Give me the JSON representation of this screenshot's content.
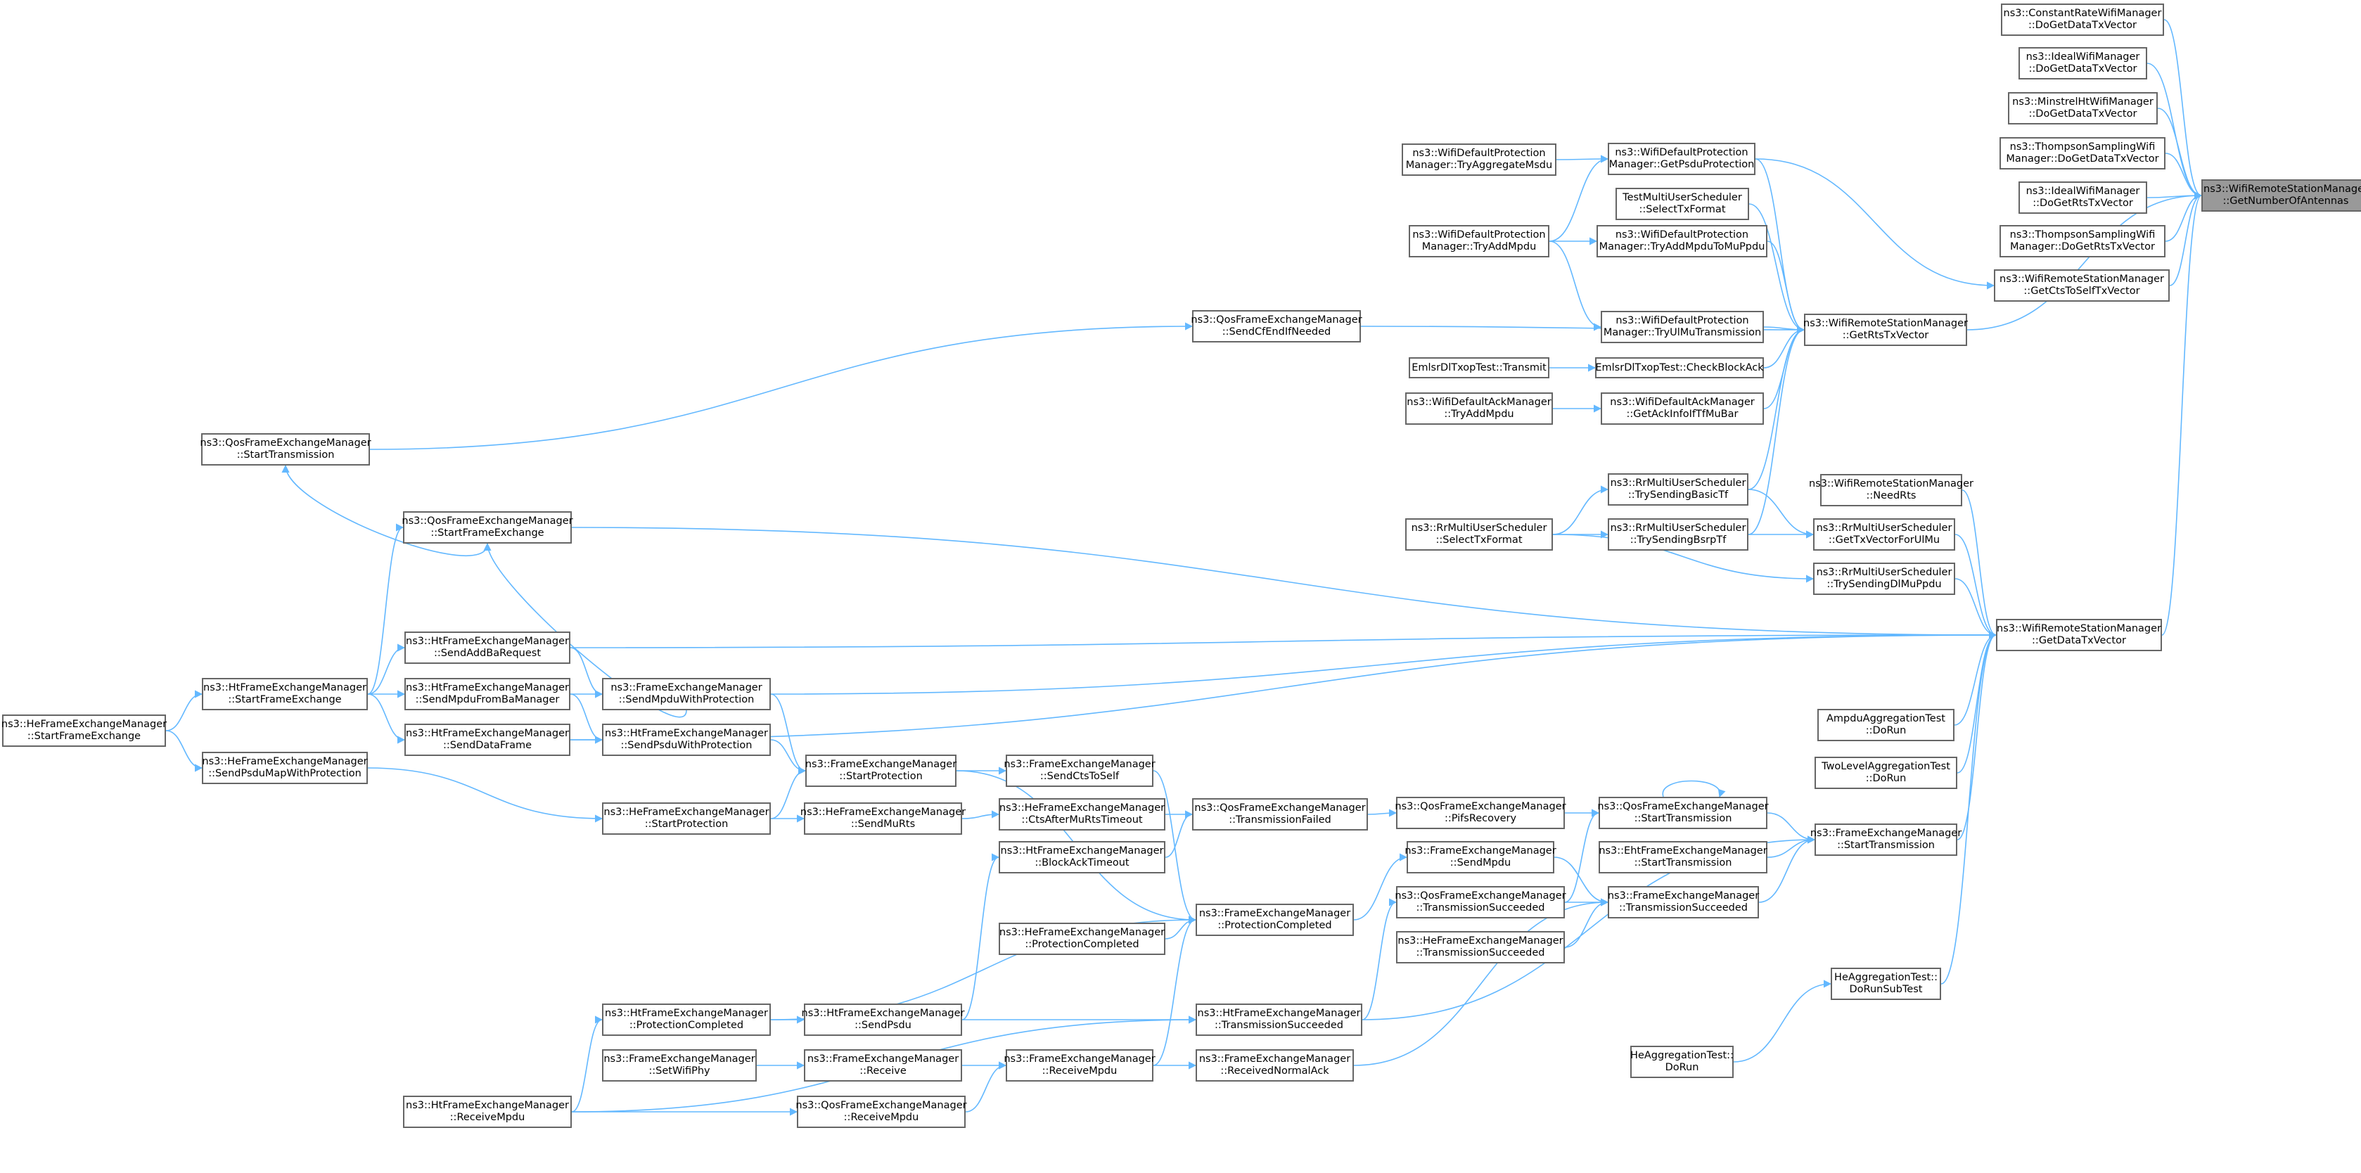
{
  "diagram": {
    "root": "root",
    "colors": {
      "edge": "#63b8ff",
      "node_border": "#666666",
      "root_fill": "#999999",
      "node_fill": "#ffffff"
    },
    "nodes": [
      {
        "id": "root",
        "lines": [
          "ns3::WifiRemoteStationManager",
          "::GetNumberOfAntennas"
        ]
      },
      {
        "id": "crw_dogetdata",
        "lines": [
          "ns3::ConstantRateWifiManager",
          "::DoGetDataTxVector"
        ]
      },
      {
        "id": "ideal_dogetdata",
        "lines": [
          "ns3::IdealWifiManager",
          "::DoGetDataTxVector"
        ]
      },
      {
        "id": "minstrel_dogetdata",
        "lines": [
          "ns3::MinstrelHtWifiManager",
          "::DoGetDataTxVector"
        ]
      },
      {
        "id": "thompson_dogetdata",
        "lines": [
          "ns3::ThompsonSamplingWifi",
          "Manager::DoGetDataTxVector"
        ]
      },
      {
        "id": "ideal_dogetrts",
        "lines": [
          "ns3::IdealWifiManager",
          "::DoGetRtsTxVector"
        ]
      },
      {
        "id": "thompson_dogetrts",
        "lines": [
          "ns3::ThompsonSamplingWifi",
          "Manager::DoGetRtsTxVector"
        ]
      },
      {
        "id": "wrsm_getctstoself",
        "lines": [
          "ns3::WifiRemoteStationManager",
          "::GetCtsToSelfTxVector"
        ]
      },
      {
        "id": "wrsm_getrts",
        "lines": [
          "ns3::WifiRemoteStationManager",
          "::GetRtsTxVector"
        ]
      },
      {
        "id": "wrsm_needrts",
        "lines": [
          "ns3::WifiRemoteStationManager",
          "::NeedRts"
        ]
      },
      {
        "id": "wrsm_getdata",
        "lines": [
          "ns3::WifiRemoteStationManager",
          "::GetDataTxVector"
        ]
      },
      {
        "id": "wdp_getpsdu",
        "lines": [
          "ns3::WifiDefaultProtection",
          "Manager::GetPsduProtection"
        ]
      },
      {
        "id": "wdp_tryaggmsdu",
        "lines": [
          "ns3::WifiDefaultProtection",
          "Manager::TryAggregateMsdu"
        ]
      },
      {
        "id": "testmu_select",
        "lines": [
          "TestMultiUserScheduler",
          "::SelectTxFormat"
        ]
      },
      {
        "id": "wdp_tryaddmpdu",
        "lines": [
          "ns3::WifiDefaultProtection",
          "Manager::TryAddMpdu"
        ]
      },
      {
        "id": "wdp_tryaddmpdutomu",
        "lines": [
          "ns3::WifiDefaultProtection",
          "Manager::TryAddMpduToMuPpdu"
        ]
      },
      {
        "id": "wdp_tryulmu",
        "lines": [
          "ns3::WifiDefaultProtection",
          "Manager::TryUlMuTransmission"
        ]
      },
      {
        "id": "emlsr_transmit",
        "lines": [
          "EmlsrDlTxopTest::Transmit"
        ]
      },
      {
        "id": "emlsr_checkblockack",
        "lines": [
          "EmlsrDlTxopTest::CheckBlockAck"
        ]
      },
      {
        "id": "wdam_tryaddmpdu",
        "lines": [
          "ns3::WifiDefaultAckManager",
          "::TryAddMpdu"
        ]
      },
      {
        "id": "wdam_getackinfo",
        "lines": [
          "ns3::WifiDefaultAckManager",
          "::GetAckInfoIfTfMuBar"
        ]
      },
      {
        "id": "rr_trybasictf",
        "lines": [
          "ns3::RrMultiUserScheduler",
          "::TrySendingBasicTf"
        ]
      },
      {
        "id": "rr_selecttx",
        "lines": [
          "ns3::RrMultiUserScheduler",
          "::SelectTxFormat"
        ]
      },
      {
        "id": "rr_trybsrptf",
        "lines": [
          "ns3::RrMultiUserScheduler",
          "::TrySendingBsrpTf"
        ]
      },
      {
        "id": "rr_gettxvectorul",
        "lines": [
          "ns3::RrMultiUserScheduler",
          "::GetTxVectorForUlMu"
        ]
      },
      {
        "id": "rr_trydlmuppdu",
        "lines": [
          "ns3::RrMultiUserScheduler",
          "::TrySendingDlMuPpdu"
        ]
      },
      {
        "id": "qfem_sendcfend",
        "lines": [
          "ns3::QosFrameExchangeManager",
          "::SendCfEndIfNeeded"
        ]
      },
      {
        "id": "qfem_starttx_left",
        "lines": [
          "ns3::QosFrameExchangeManager",
          "::StartTransmission"
        ]
      },
      {
        "id": "qfem_startfe",
        "lines": [
          "ns3::QosFrameExchangeManager",
          "::StartFrameExchange"
        ]
      },
      {
        "id": "htfem_sendaddba",
        "lines": [
          "ns3::HtFrameExchangeManager",
          "::SendAddBaRequest"
        ]
      },
      {
        "id": "htfem_startfe",
        "lines": [
          "ns3::HtFrameExchangeManager",
          "::StartFrameExchange"
        ]
      },
      {
        "id": "htfem_sendmpdufromba",
        "lines": [
          "ns3::HtFrameExchangeManager",
          "::SendMpduFromBaManager"
        ]
      },
      {
        "id": "fem_sendmpduwithprot",
        "lines": [
          "ns3::FrameExchangeManager",
          "::SendMpduWithProtection"
        ]
      },
      {
        "id": "hefem_startfe",
        "lines": [
          "ns3::HeFrameExchangeManager",
          "::StartFrameExchange"
        ]
      },
      {
        "id": "htfem_senddata",
        "lines": [
          "ns3::HtFrameExchangeManager",
          "::SendDataFrame"
        ]
      },
      {
        "id": "htfem_sendpsduwithprot",
        "lines": [
          "ns3::HtFrameExchangeManager",
          "::SendPsduWithProtection"
        ]
      },
      {
        "id": "hefem_sendpsdumap",
        "lines": [
          "ns3::HeFrameExchangeManager",
          "::SendPsduMapWithProtection"
        ]
      },
      {
        "id": "fem_startprot",
        "lines": [
          "ns3::FrameExchangeManager",
          "::StartProtection"
        ]
      },
      {
        "id": "fem_sendctstoself",
        "lines": [
          "ns3::FrameExchangeManager",
          "::SendCtsToSelf"
        ]
      },
      {
        "id": "hefem_startprot",
        "lines": [
          "ns3::HeFrameExchangeManager",
          "::StartProtection"
        ]
      },
      {
        "id": "hefem_sendmurts",
        "lines": [
          "ns3::HeFrameExchangeManager",
          "::SendMuRts"
        ]
      },
      {
        "id": "hefem_ctsaftermurts",
        "lines": [
          "ns3::HeFrameExchangeManager",
          "::CtsAfterMuRtsTimeout"
        ]
      },
      {
        "id": "qfem_txfailed",
        "lines": [
          "ns3::QosFrameExchangeManager",
          "::TransmissionFailed"
        ]
      },
      {
        "id": "qfem_pifsrecovery",
        "lines": [
          "ns3::QosFrameExchangeManager",
          "::PifsRecovery"
        ]
      },
      {
        "id": "qfem_starttx_right",
        "lines": [
          "ns3::QosFrameExchangeManager",
          "::StartTransmission"
        ]
      },
      {
        "id": "htfem_blockacktimeout",
        "lines": [
          "ns3::HtFrameExchangeManager",
          "::BlockAckTimeout"
        ]
      },
      {
        "id": "fem_sendmpdu",
        "lines": [
          "ns3::FrameExchangeManager",
          "::SendMpdu"
        ]
      },
      {
        "id": "ehtfem_starttx",
        "lines": [
          "ns3::EhtFrameExchangeManager",
          "::StartTransmission"
        ]
      },
      {
        "id": "fem_protcompleted",
        "lines": [
          "ns3::FrameExchangeManager",
          "::ProtectionCompleted"
        ]
      },
      {
        "id": "qfem_txsucceeded",
        "lines": [
          "ns3::QosFrameExchangeManager",
          "::TransmissionSucceeded"
        ]
      },
      {
        "id": "fem_txsucceeded",
        "lines": [
          "ns3::FrameExchangeManager",
          "::TransmissionSucceeded"
        ]
      },
      {
        "id": "hefem_protcompleted",
        "lines": [
          "ns3::HeFrameExchangeManager",
          "::ProtectionCompleted"
        ]
      },
      {
        "id": "hefem_txsucceeded",
        "lines": [
          "ns3::HeFrameExchangeManager",
          "::TransmissionSucceeded"
        ]
      },
      {
        "id": "fem_starttx",
        "lines": [
          "ns3::FrameExchangeManager",
          "::StartTransmission"
        ]
      },
      {
        "id": "ampdu_dorun",
        "lines": [
          "AmpduAggregationTest",
          "::DoRun"
        ]
      },
      {
        "id": "twolevel_dorun",
        "lines": [
          "TwoLevelAggregationTest",
          "::DoRun"
        ]
      },
      {
        "id": "heagg_dorunsub",
        "lines": [
          "HeAggregationTest::",
          "DoRunSubTest"
        ]
      },
      {
        "id": "heagg_dorun",
        "lines": [
          "HeAggregationTest::",
          "DoRun"
        ]
      },
      {
        "id": "htfem_protcompleted",
        "lines": [
          "ns3::HtFrameExchangeManager",
          "::ProtectionCompleted"
        ]
      },
      {
        "id": "htfem_sendpsdu",
        "lines": [
          "ns3::HtFrameExchangeManager",
          "::SendPsdu"
        ]
      },
      {
        "id": "htfem_txsucceeded",
        "lines": [
          "ns3::HtFrameExchangeManager",
          "::TransmissionSucceeded"
        ]
      },
      {
        "id": "fem_setwifiphy",
        "lines": [
          "ns3::FrameExchangeManager",
          "::SetWifiPhy"
        ]
      },
      {
        "id": "fem_receive",
        "lines": [
          "ns3::FrameExchangeManager",
          "::Receive"
        ]
      },
      {
        "id": "fem_receivempdu",
        "lines": [
          "ns3::FrameExchangeManager",
          "::ReceiveMpdu"
        ]
      },
      {
        "id": "fem_receivednormalack",
        "lines": [
          "ns3::FrameExchangeManager",
          "::ReceivedNormalAck"
        ]
      },
      {
        "id": "htfem_receivempdu",
        "lines": [
          "ns3::HtFrameExchangeManager",
          "::ReceiveMpdu"
        ]
      },
      {
        "id": "qfem_receivempdu",
        "lines": [
          "ns3::QosFrameExchangeManager",
          "::ReceiveMpdu"
        ]
      }
    ],
    "edges": [
      [
        "crw_dogetdata",
        "root"
      ],
      [
        "ideal_dogetdata",
        "root"
      ],
      [
        "minstrel_dogetdata",
        "root"
      ],
      [
        "thompson_dogetdata",
        "root"
      ],
      [
        "ideal_dogetrts",
        "root"
      ],
      [
        "thompson_dogetrts",
        "root"
      ],
      [
        "wrsm_getctstoself",
        "root"
      ],
      [
        "wrsm_getrts",
        "root"
      ],
      [
        "wrsm_getdata",
        "root"
      ],
      [
        "wdp_getpsdu",
        "wrsm_getctstoself"
      ],
      [
        "wdp_getpsdu",
        "wrsm_getrts"
      ],
      [
        "testmu_select",
        "wrsm_getrts"
      ],
      [
        "wdp_tryaddmpdutomu",
        "wrsm_getrts"
      ],
      [
        "wdp_tryulmu",
        "wrsm_getrts"
      ],
      [
        "emlsr_checkblockack",
        "wrsm_getrts"
      ],
      [
        "wdam_getackinfo",
        "wrsm_getrts"
      ],
      [
        "rr_trybasictf",
        "wrsm_getrts"
      ],
      [
        "rr_trybsrptf",
        "wrsm_getrts"
      ],
      [
        "qfem_sendcfend",
        "wrsm_getrts"
      ],
      [
        "wdp_tryaggmsdu",
        "wdp_getpsdu"
      ],
      [
        "wdp_tryaddmpdu",
        "wdp_getpsdu"
      ],
      [
        "wdp_tryaddmpdu",
        "wdp_tryaddmpdutomu"
      ],
      [
        "wdp_tryaddmpdu",
        "wdp_tryulmu"
      ],
      [
        "emlsr_transmit",
        "emlsr_checkblockack"
      ],
      [
        "wdam_tryaddmpdu",
        "wdam_getackinfo"
      ],
      [
        "rr_selecttx",
        "rr_trybasictf"
      ],
      [
        "rr_selecttx",
        "rr_trybsrptf"
      ],
      [
        "rr_selecttx",
        "rr_trydlmuppdu"
      ],
      [
        "rr_trybasictf",
        "rr_gettxvectorul"
      ],
      [
        "rr_trybsrptf",
        "rr_gettxvectorul"
      ],
      [
        "wrsm_needrts",
        "wrsm_getdata"
      ],
      [
        "rr_gettxvectorul",
        "wrsm_getdata"
      ],
      [
        "rr_trydlmuppdu",
        "wrsm_getdata"
      ],
      [
        "ampdu_dorun",
        "wrsm_getdata"
      ],
      [
        "twolevel_dorun",
        "wrsm_getdata"
      ],
      [
        "fem_starttx",
        "wrsm_getdata"
      ],
      [
        "heagg_dorunsub",
        "wrsm_getdata"
      ],
      [
        "htfem_sendaddba",
        "wrsm_getdata"
      ],
      [
        "fem_sendmpduwithprot",
        "wrsm_getdata"
      ],
      [
        "htfem_senddata",
        "wrsm_getdata"
      ],
      [
        "qfem_startfe",
        "wrsm_getdata"
      ],
      [
        "qfem_starttx_left",
        "qfem_sendcfend"
      ],
      [
        "qfem_startfe",
        "qfem_starttx_left"
      ],
      [
        "htfem_startfe",
        "qfem_startfe"
      ],
      [
        "fem_sendmpduwithprot",
        "qfem_startfe"
      ],
      [
        "htfem_startfe",
        "htfem_sendaddba"
      ],
      [
        "htfem_startfe",
        "htfem_sendmpdufromba"
      ],
      [
        "htfem_startfe",
        "htfem_senddata"
      ],
      [
        "hefem_startfe",
        "htfem_startfe"
      ],
      [
        "hefem_startfe",
        "hefem_sendpsdumap"
      ],
      [
        "htfem_sendaddba",
        "fem_sendmpduwithprot"
      ],
      [
        "htfem_sendmpdufromba",
        "fem_sendmpduwithprot"
      ],
      [
        "htfem_senddata",
        "htfem_sendpsduwithprot"
      ],
      [
        "htfem_sendmpdufromba",
        "htfem_sendpsduwithprot"
      ],
      [
        "fem_sendmpduwithprot",
        "fem_startprot"
      ],
      [
        "htfem_sendpsduwithprot",
        "fem_startprot"
      ],
      [
        "hefem_sendpsdumap",
        "hefem_startprot"
      ],
      [
        "hefem_startprot",
        "fem_startprot"
      ],
      [
        "fem_startprot",
        "fem_sendctstoself"
      ],
      [
        "hefem_startprot",
        "hefem_sendmurts"
      ],
      [
        "hefem_sendmurts",
        "hefem_ctsaftermurts"
      ],
      [
        "hefem_ctsaftermurts",
        "qfem_txfailed"
      ],
      [
        "qfem_txfailed",
        "qfem_pifsrecovery"
      ],
      [
        "qfem_pifsrecovery",
        "qfem_starttx_right"
      ],
      [
        "qfem_starttx_right",
        "qfem_starttx_right"
      ],
      [
        "qfem_starttx_right",
        "fem_starttx"
      ],
      [
        "ehtfem_starttx",
        "fem_starttx"
      ],
      [
        "fem_txsucceeded",
        "fem_starttx"
      ],
      [
        "htfem_txsucceeded",
        "fem_starttx"
      ],
      [
        "fem_sendctstoself",
        "fem_protcompleted"
      ],
      [
        "fem_startprot",
        "fem_protcompleted"
      ],
      [
        "htfem_blockacktimeout",
        "qfem_txfailed"
      ],
      [
        "fem_protcompleted",
        "fem_sendmpdu"
      ],
      [
        "fem_sendmpdu",
        "fem_txsucceeded"
      ],
      [
        "qfem_txsucceeded",
        "fem_txsucceeded"
      ],
      [
        "hefem_txsucceeded",
        "fem_txsucceeded"
      ],
      [
        "qfem_txsucceeded",
        "qfem_starttx_right"
      ],
      [
        "htfem_txsucceeded",
        "qfem_txsucceeded"
      ],
      [
        "htfem_protcompleted",
        "fem_protcompleted"
      ],
      [
        "hefem_protcompleted",
        "fem_protcompleted"
      ],
      [
        "htfem_sendpsdu",
        "htfem_blockacktimeout"
      ],
      [
        "htfem_protcompleted",
        "htfem_sendpsdu"
      ],
      [
        "htfem_sendpsdu",
        "htfem_txsucceeded"
      ],
      [
        "fem_receivednormalack",
        "fem_txsucceeded"
      ],
      [
        "fem_receivempdu",
        "fem_protcompleted"
      ],
      [
        "fem_receivempdu",
        "fem_receivednormalack"
      ],
      [
        "fem_setwifiphy",
        "fem_receive"
      ],
      [
        "fem_receive",
        "fem_receivempdu"
      ],
      [
        "qfem_receivempdu",
        "fem_receivempdu"
      ],
      [
        "htfem_receivempdu",
        "qfem_receivempdu"
      ],
      [
        "htfem_receivempdu",
        "htfem_protcompleted"
      ],
      [
        "htfem_receivempdu",
        "htfem_txsucceeded"
      ],
      [
        "heagg_dorun",
        "heagg_dorunsub"
      ]
    ]
  }
}
